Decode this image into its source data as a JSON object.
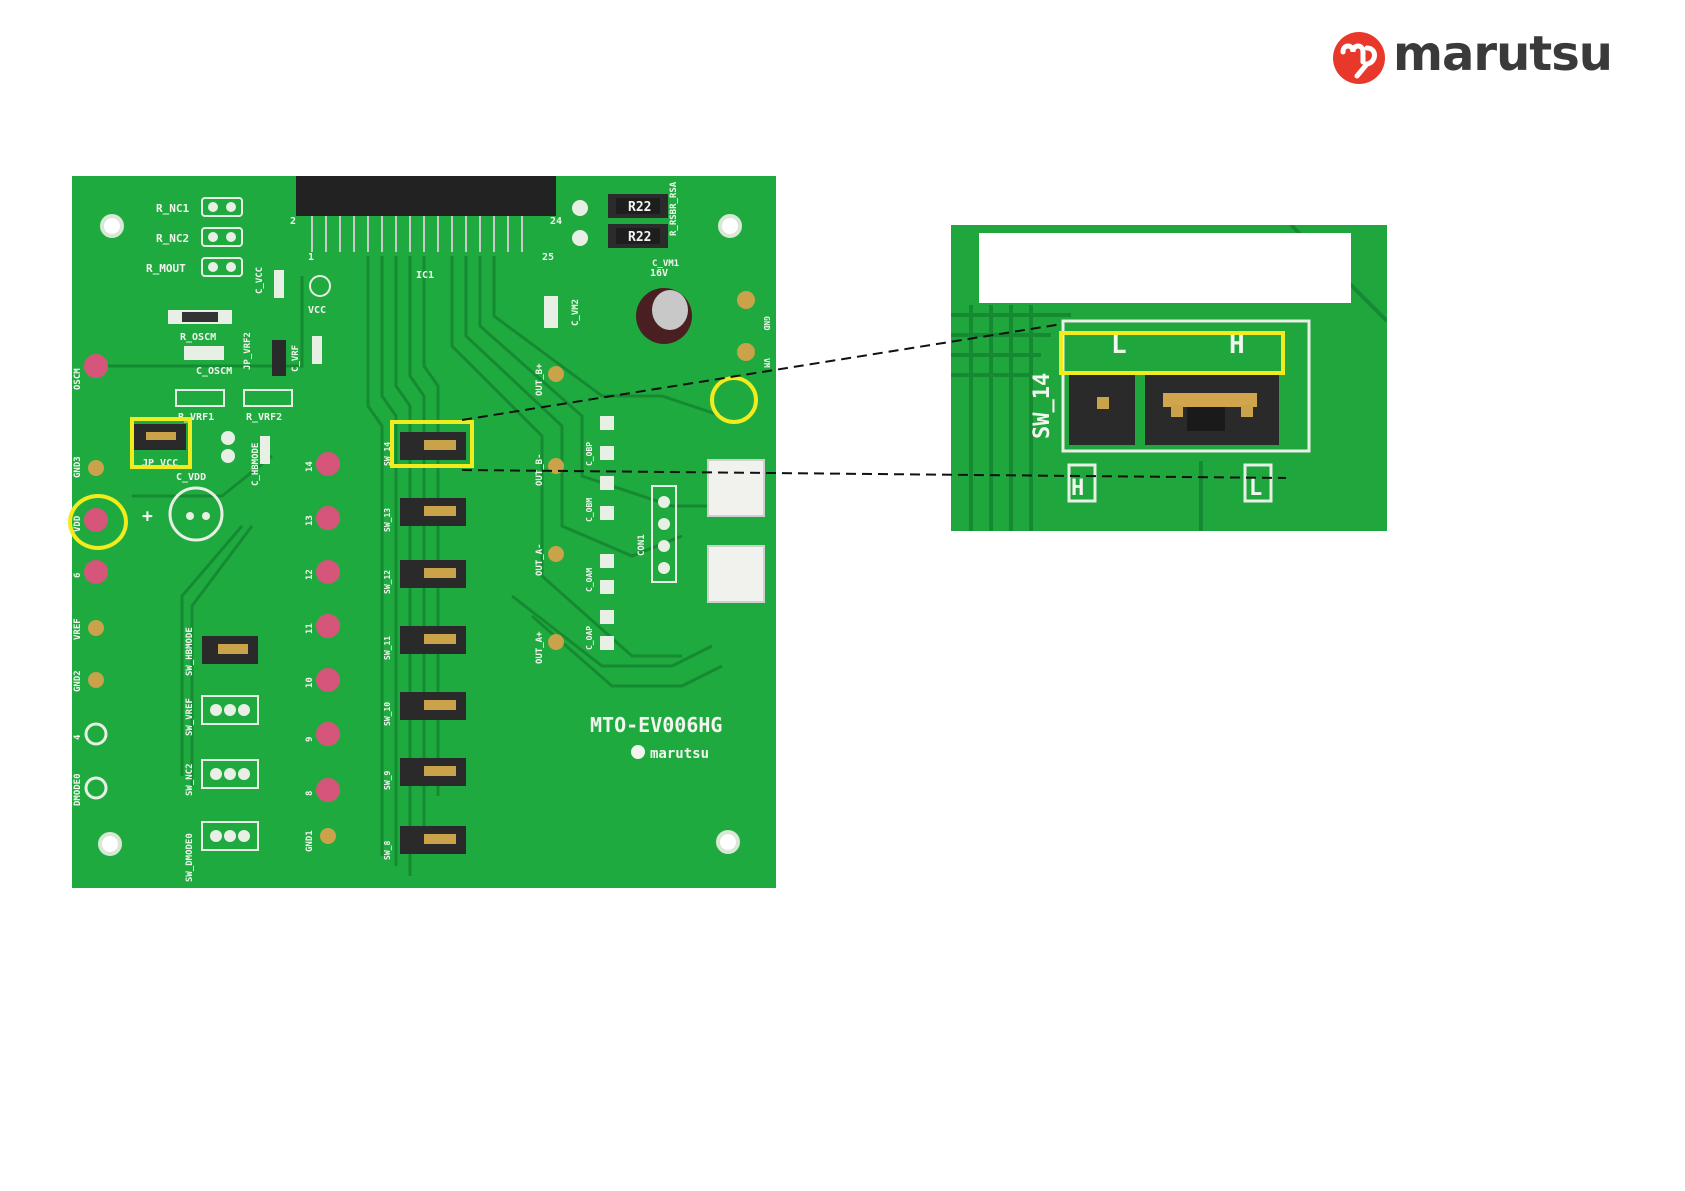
{
  "logo": {
    "text": "marutsu",
    "brand_color": "#e8382b",
    "text_color": "#3a3a3a"
  },
  "board": {
    "name": "MTO-EV006HG",
    "sublogo": "marutsu",
    "ic_label": "IC1",
    "colors": {
      "pcb": "#1faa3f",
      "silkscreen": "#f2f6ef",
      "header": "#2a2a2a",
      "highlight": "#f2ec1e"
    },
    "pins": {
      "pin1": "1",
      "pin2": "2",
      "pin24": "24",
      "pin25": "25"
    },
    "resistors": {
      "r_rs_a": "R22",
      "r_rs_b": "R22",
      "r_rsbr": "R_RSBR_RSA"
    },
    "top_left_labels": [
      "R_NC1",
      "R_NC2",
      "R_MOUT"
    ],
    "left_labels": [
      "R_OSCM",
      "C_OSCM",
      "JP_VRF2",
      "C_VRF",
      "C_VCC",
      "VCC",
      "R_VRF1",
      "R_VRF2",
      "JP_VCC",
      "C_VDD",
      "C_HBMODE"
    ],
    "left_testpoints": [
      "OSCM",
      "GND3",
      "VDD",
      "6",
      "VREF",
      "GND2",
      "4",
      "DMODE0"
    ],
    "mid_testpoints": [
      "14",
      "13",
      "12",
      "11",
      "10",
      "9",
      "8",
      "GND1"
    ],
    "left_switches": [
      "SW_HBMODE",
      "SW_VREF",
      "SW_NC2",
      "SW_DMODE0"
    ],
    "mid_switches": [
      "SW_14",
      "SW_13",
      "SW_12",
      "SW_11",
      "SW_10",
      "SW_9",
      "SW_8"
    ],
    "right_labels": [
      "OUT_B+",
      "OUT_B-",
      "OUT_A-",
      "OUT_A+",
      "C_OBP",
      "C_OBM",
      "C_OAM",
      "C_OAP",
      "CON1",
      "C_VM1",
      "C_VM2",
      "GND",
      "VM"
    ],
    "cap_text": "16V"
  },
  "zoom": {
    "switch_label": "SW_14",
    "pin_l": "L",
    "pin_h": "H",
    "mark_h": "H",
    "mark_l": "L",
    "label_box_text": ""
  }
}
